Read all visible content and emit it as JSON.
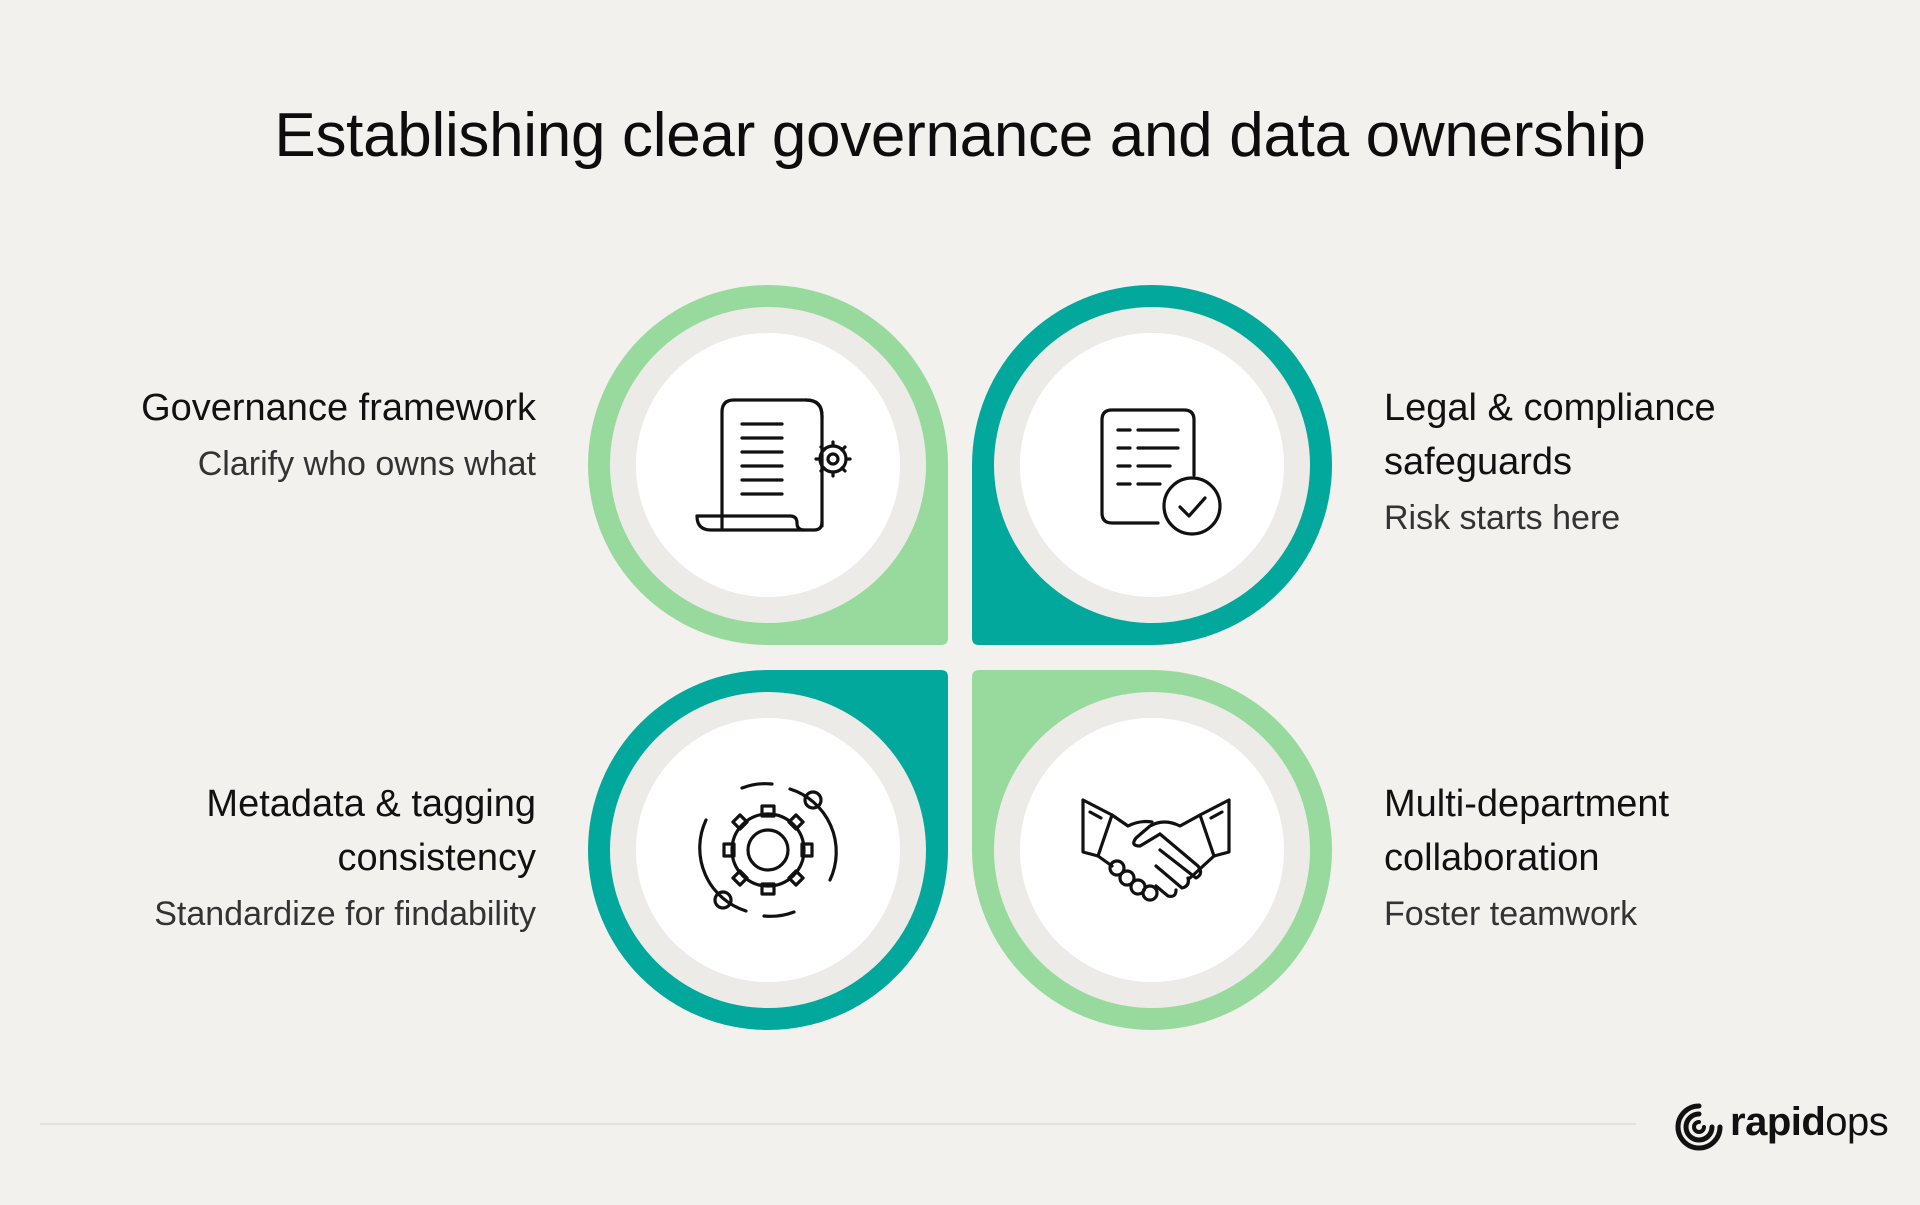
{
  "title": "Establishing clear governance and data ownership",
  "colors": {
    "light_green": "#98da9d",
    "teal": "#01a89b",
    "inner_ring": "#ecebe7",
    "background": "#f2f1ee"
  },
  "items": [
    {
      "heading": "Governance framework",
      "subtitle": "Clarify who owns what",
      "icon": "document-scroll-gear-icon",
      "color": "light_green"
    },
    {
      "heading": "Legal & compliance safeguards",
      "subtitle": "Risk starts here",
      "icon": "document-checkmark-icon",
      "color": "teal"
    },
    {
      "heading": "Metadata & tagging consistency",
      "subtitle": "Standardize for findability",
      "icon": "gear-orbit-icon",
      "color": "teal"
    },
    {
      "heading": "Multi-department collaboration",
      "subtitle": "Foster teamwork",
      "icon": "handshake-icon",
      "color": "light_green"
    }
  ],
  "brand": {
    "logo_icon": "rapidops-swirl-icon",
    "name_bold": "rapid",
    "name_light": "ops"
  }
}
